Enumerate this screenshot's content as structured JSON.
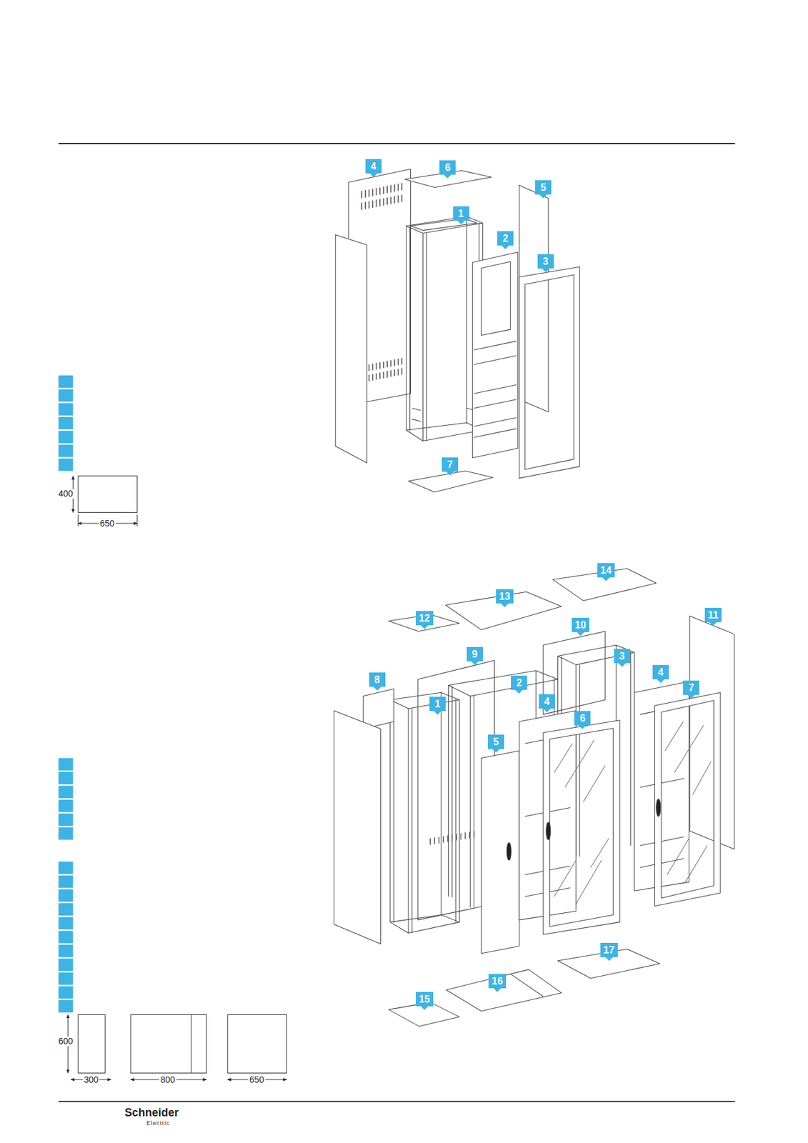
{
  "diagram": {
    "nodes": [
      {
        "text": [
          "4"
        ]
      },
      {
        "text": [
          "6"
        ]
      },
      {
        "text": [
          "1"
        ]
      },
      {
        "text": [
          "5"
        ]
      },
      {
        "text": [
          "2"
        ]
      },
      {
        "text": [
          "3"
        ]
      },
      {
        "text": [
          "7"
        ]
      },
      {
        "text": [
          "14"
        ]
      },
      {
        "text": [
          "13"
        ]
      },
      {
        "text": [
          "12"
        ]
      },
      {
        "text": [
          "10"
        ]
      },
      {
        "text": [
          "11"
        ]
      },
      {
        "text": [
          "9"
        ]
      },
      {
        "text": [
          "3"
        ]
      },
      {
        "text": [
          "8"
        ]
      },
      {
        "text": [
          "2"
        ]
      },
      {
        "text": [
          "4"
        ]
      },
      {
        "text": [
          "1"
        ]
      },
      {
        "text": [
          "4"
        ]
      },
      {
        "text": [
          "7"
        ]
      },
      {
        "text": [
          "6"
        ]
      },
      {
        "text": [
          "5"
        ]
      },
      {
        "text": [
          "17"
        ]
      },
      {
        "text": [
          "16"
        ]
      },
      {
        "text": [
          "15"
        ]
      }
    ],
    "labels": [
      "400",
      "650",
      "600",
      "300",
      "800",
      "650",
      "Schneider",
      "Electric"
    ]
  }
}
